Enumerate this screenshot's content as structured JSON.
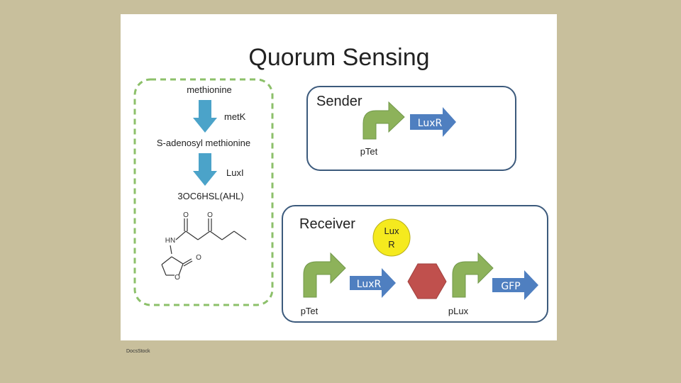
{
  "title": "Quorum Sensing",
  "pathway": {
    "substrate": "methionine",
    "enzyme1": "metK",
    "intermediate": "S-adenosyl methionine",
    "enzyme2": "LuxI",
    "product": "3OC6HSL(AHL)"
  },
  "molecule": {
    "atom_o1": "O",
    "atom_o2": "O",
    "atom_hn": "HN",
    "atom_o3": "O",
    "atom_o4": "O"
  },
  "sender": {
    "title": "Sender",
    "promoter": "pTet",
    "gene": "LuxR"
  },
  "receiver": {
    "title": "Receiver",
    "promoter1": "pTet",
    "gene1": "LuxR",
    "protein_line1": "Lux",
    "protein_line2": "R",
    "promoter2": "pLux",
    "gene2": "GFP"
  },
  "watermark": "DocsStock",
  "colors": {
    "background": "#c8bf9c",
    "dashed_border": "#8cc06a",
    "box_border": "#3c5a7c",
    "down_arrow": "#4ba3c9",
    "promoter_arrow": "#8db25a",
    "gene_arrow": "#4f7fc0",
    "protein_circle": "#f5ea1e",
    "hexagon": "#c0504d"
  }
}
